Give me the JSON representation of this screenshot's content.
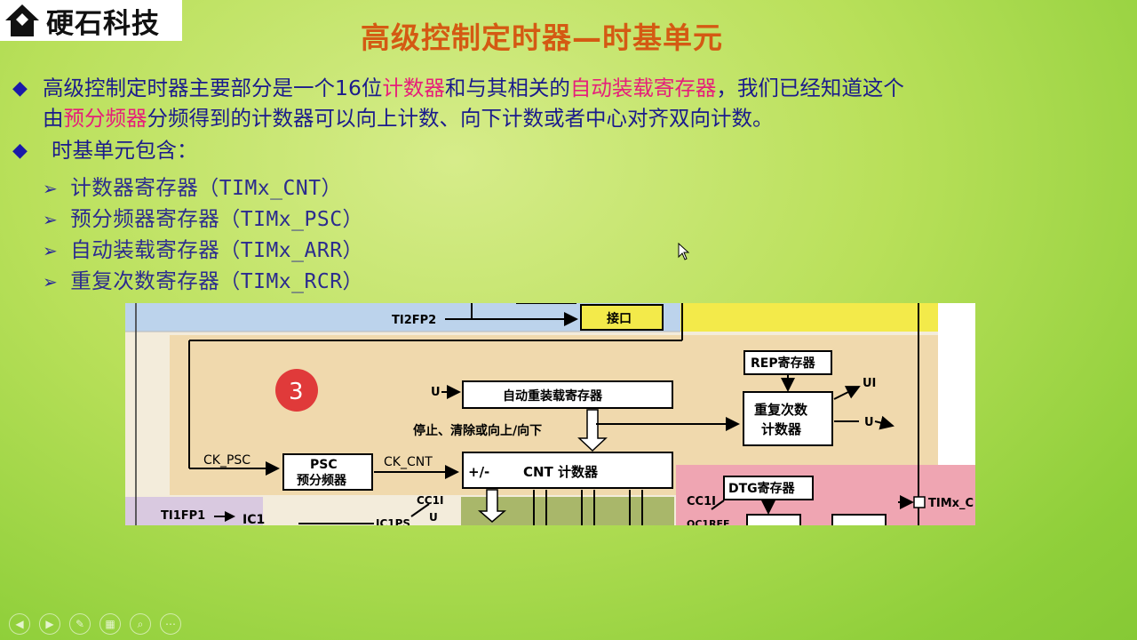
{
  "logo": {
    "text": "硬石科技"
  },
  "slide": {
    "title": "高级控制定时器—时基单元",
    "bullet1": {
      "part1": "高级控制定时器主要部分是一个16位",
      "hl1": "计数器",
      "part2": "和与其相关的",
      "hl2": "自动装载寄存器",
      "part3": "，我们已经知道这个",
      "line2_start": "由",
      "hl3": "预分频器",
      "part4": "分频得到的计数器可以向上计数、向下计数或者中心对齐双向计数。"
    },
    "bullet2": {
      "text": "时基单元包含："
    },
    "sub_items": [
      {
        "label": "计数器寄存器",
        "reg": "（TIMx_CNT）"
      },
      {
        "label": "预分频器寄存器",
        "reg": "（TIMx_PSC）"
      },
      {
        "label": "自动装载寄存器",
        "reg": "（TIMx_ARR）"
      },
      {
        "label": "重复次数寄存器",
        "reg": "（TIMx_RCR）"
      }
    ]
  },
  "diagram": {
    "ti2fp2": "TI2FP2",
    "iface": "接口",
    "step": "3",
    "arr_block": "自动重装载寄存器",
    "u_in": "U",
    "rep_reg": "REP寄存器",
    "rcr_line1": "重复次数",
    "rcr_line2": "计数器",
    "ui": "UI",
    "u_out": "U",
    "stop_text": "停止、清除或向上/向下",
    "ck_psc": "CK_PSC",
    "psc_line1": "PSC",
    "psc_line2": "预分频器",
    "ck_cnt": "CK_CNT",
    "cnt_pm": "+/-",
    "cnt_label": "CNT 计数器",
    "dtg": "DTG寄存器",
    "ti1fp1": "TI1FP1",
    "ic1": "IC1",
    "cc1i": "CC1I",
    "u_small": "U",
    "ic1ps": "IC1PS",
    "cc1i_right": "CC1I",
    "oc1ref": "OC1REF",
    "timx": "TIMx_C"
  },
  "colors": {
    "title": "#d45a13",
    "body_text": "#1b1b8c",
    "highlight": "#e61e7a",
    "step_badge": "#e03a3a"
  },
  "toolbar": {
    "icons": [
      "prev-icon",
      "next-icon",
      "pen-icon",
      "menu-icon",
      "zoom-icon",
      "more-icon"
    ]
  }
}
